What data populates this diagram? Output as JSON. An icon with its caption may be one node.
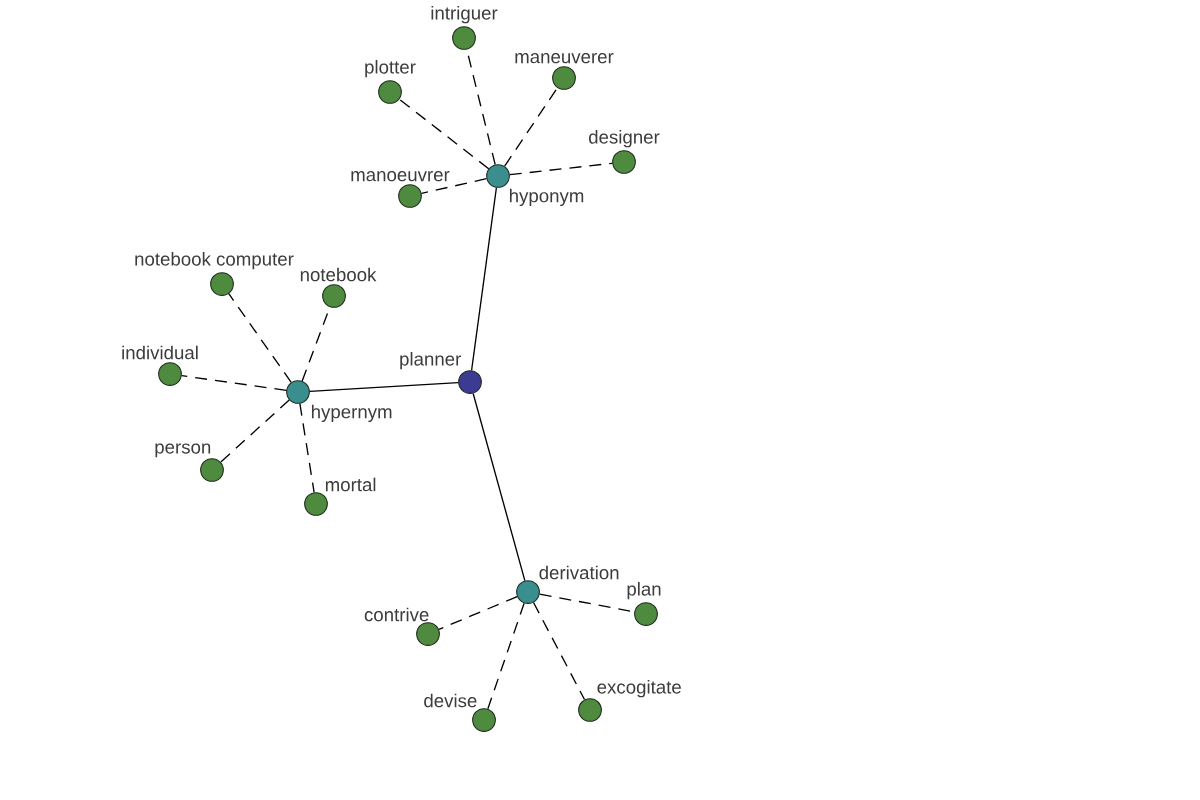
{
  "diagram": {
    "nodes": [
      {
        "text": [
          "planner"
        ]
      },
      {
        "text": [
          "hyponym"
        ]
      },
      {
        "text": [
          "plotter"
        ]
      },
      {
        "text": [
          "intriguer"
        ]
      },
      {
        "text": [
          "maneuverer"
        ]
      },
      {
        "text": [
          "designer"
        ]
      },
      {
        "text": [
          "manoeuvrer"
        ]
      },
      {
        "text": [
          "hypernym"
        ]
      },
      {
        "text": [
          "notebook computer"
        ]
      },
      {
        "text": [
          "notebook"
        ]
      },
      {
        "text": [
          "individual"
        ]
      },
      {
        "text": [
          "person"
        ]
      },
      {
        "text": [
          "mortal"
        ]
      },
      {
        "text": [
          "derivation"
        ]
      },
      {
        "text": [
          "contrive"
        ]
      },
      {
        "text": [
          "plan"
        ]
      },
      {
        "text": [
          "devise"
        ]
      },
      {
        "text": [
          "excogitate"
        ]
      }
    ],
    "edges": [
      {
        "from": 0,
        "to": 1,
        "arrow": "none"
      },
      {
        "from": 0,
        "to": 7,
        "arrow": "none"
      },
      {
        "from": 0,
        "to": 13,
        "arrow": "none"
      },
      {
        "from": 1,
        "to": 2,
        "arrow": "none",
        "style": "dashed"
      },
      {
        "from": 1,
        "to": 3,
        "arrow": "none",
        "style": "dashed"
      },
      {
        "from": 1,
        "to": 4,
        "arrow": "none",
        "style": "dashed"
      },
      {
        "from": 1,
        "to": 5,
        "arrow": "none",
        "style": "dashed"
      },
      {
        "from": 1,
        "to": 6,
        "arrow": "none",
        "style": "dashed"
      },
      {
        "from": 7,
        "to": 8,
        "arrow": "none",
        "style": "dashed"
      },
      {
        "from": 7,
        "to": 9,
        "arrow": "none",
        "style": "dashed"
      },
      {
        "from": 7,
        "to": 10,
        "arrow": "none",
        "style": "dashed"
      },
      {
        "from": 7,
        "to": 11,
        "arrow": "none",
        "style": "dashed"
      },
      {
        "from": 7,
        "to": 12,
        "arrow": "none",
        "style": "dashed"
      },
      {
        "from": 13,
        "to": 14,
        "arrow": "none",
        "style": "dashed"
      },
      {
        "from": 13,
        "to": 15,
        "arrow": "none",
        "style": "dashed"
      },
      {
        "from": 13,
        "to": 16,
        "arrow": "none",
        "style": "dashed"
      },
      {
        "from": 13,
        "to": 17,
        "arrow": "none",
        "style": "dashed"
      }
    ]
  }
}
